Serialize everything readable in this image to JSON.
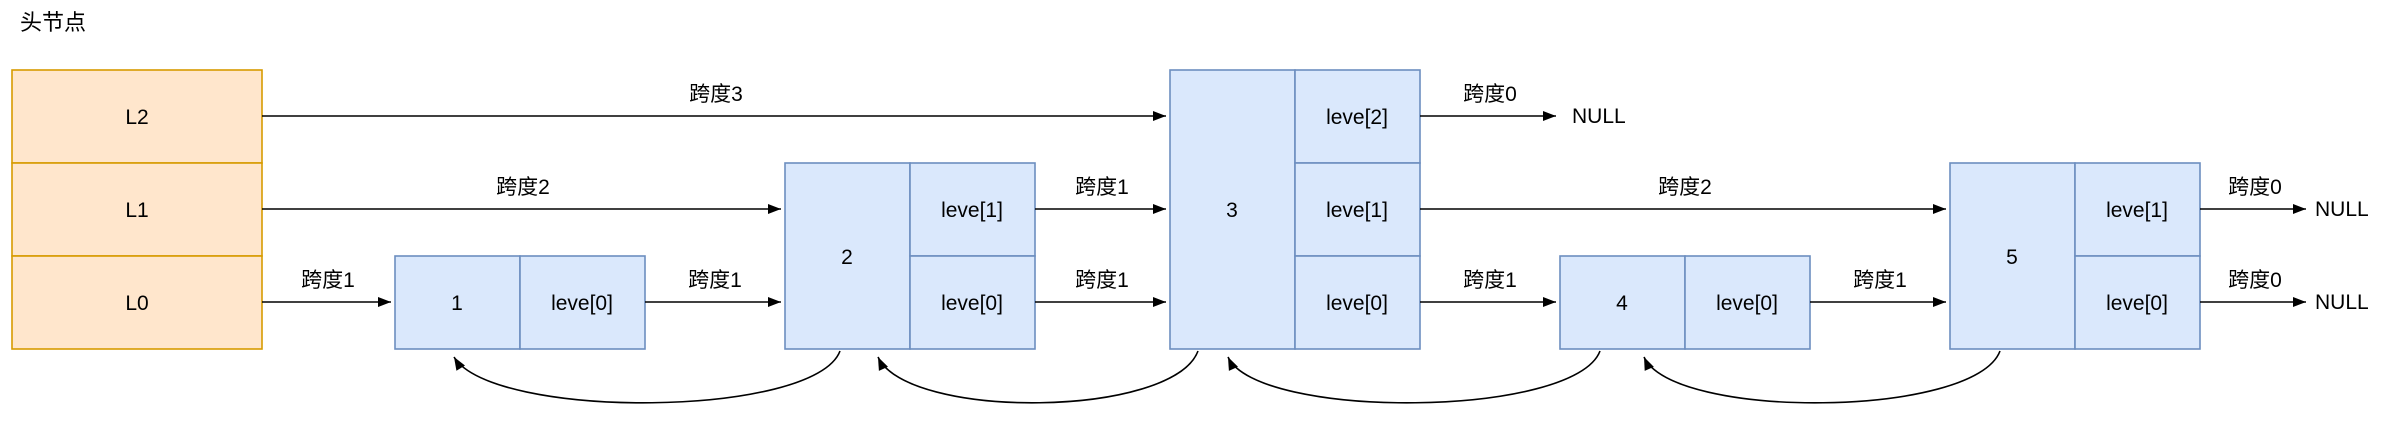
{
  "diagram": {
    "header_label": "头节点",
    "null_label": "NULL",
    "head": {
      "rows": [
        {
          "label": "L2"
        },
        {
          "label": "L1"
        },
        {
          "label": "L0"
        }
      ]
    },
    "nodes": [
      {
        "value": "1",
        "levels": [
          "leve[0]"
        ]
      },
      {
        "value": "2",
        "levels": [
          "leve[1]",
          "leve[0]"
        ]
      },
      {
        "value": "3",
        "levels": [
          "leve[2]",
          "leve[1]",
          "leve[0]"
        ]
      },
      {
        "value": "4",
        "levels": [
          "leve[0]"
        ]
      },
      {
        "value": "5",
        "levels": [
          "leve[1]",
          "leve[0]"
        ]
      }
    ],
    "edges": [
      {
        "from": "head.L2",
        "to": "node-3.leve[2]",
        "label": "跨度3"
      },
      {
        "from": "node-3.leve[2]",
        "to": "NULL",
        "label": "跨度0"
      },
      {
        "from": "head.L1",
        "to": "node-2.leve[1]",
        "label": "跨度2"
      },
      {
        "from": "node-2.leve[1]",
        "to": "node-3.leve[1]",
        "label": "跨度1"
      },
      {
        "from": "node-3.leve[1]",
        "to": "node-5.leve[1]",
        "label": "跨度2"
      },
      {
        "from": "node-5.leve[1]",
        "to": "NULL",
        "label": "跨度0"
      },
      {
        "from": "head.L0",
        "to": "node-1",
        "label": "跨度1"
      },
      {
        "from": "node-1.leve[0]",
        "to": "node-2.leve[0]",
        "label": "跨度1"
      },
      {
        "from": "node-2.leve[0]",
        "to": "node-3.leve[0]",
        "label": "跨度1"
      },
      {
        "from": "node-3.leve[0]",
        "to": "node-4.leve[0]",
        "label": "跨度1"
      },
      {
        "from": "node-4.leve[0]",
        "to": "node-5.leve[0]",
        "label": "跨度1"
      },
      {
        "from": "node-5.leve[0]",
        "to": "NULL",
        "label": "跨度0"
      }
    ],
    "back_pointers": [
      {
        "from": "node-2",
        "to": "node-1"
      },
      {
        "from": "node-3",
        "to": "node-2"
      },
      {
        "from": "node-4",
        "to": "node-3"
      },
      {
        "from": "node-5",
        "to": "node-4"
      }
    ],
    "colors": {
      "head_fill": "#ffe6cc",
      "head_border": "#d79b00",
      "node_fill": "#dae8fc",
      "node_border": "#6c8ebf",
      "arrow": "#000000",
      "background": "#ffffff"
    }
  }
}
